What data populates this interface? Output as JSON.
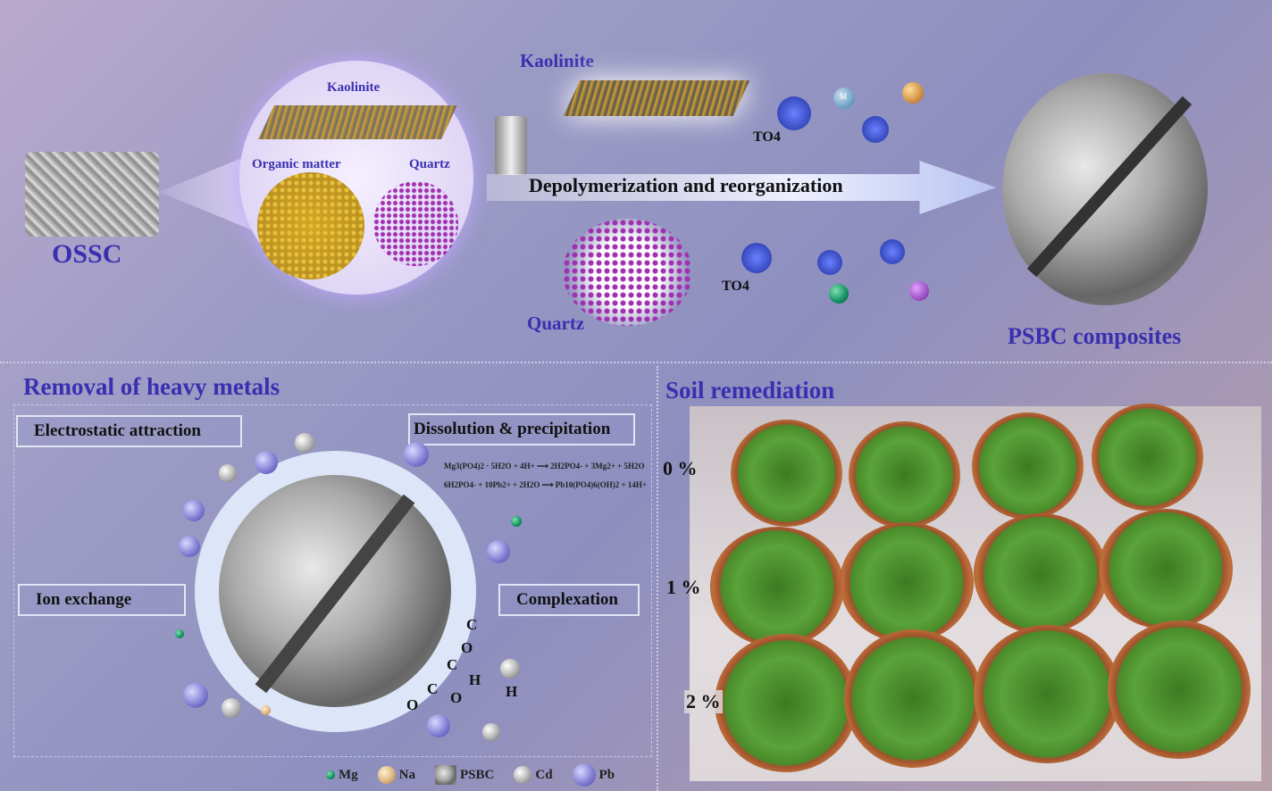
{
  "top": {
    "ossc_label": "OSSC",
    "bubble": {
      "kaolinite": "Kaolinite",
      "organic_matter": "Organic matter",
      "quartz": "Quartz"
    },
    "kaolinite_label": "Kaolinite",
    "quartz_label": "Quartz",
    "arrow_label": "Depolymerization and reorganization",
    "to4_top": "TO4",
    "to4_bottom": "TO4",
    "ion_m": "M",
    "product_label": "PSBC composites"
  },
  "removal": {
    "title": "Removal of heavy metals",
    "mechanisms": [
      "Electrostatic attraction",
      "Dissolution & precipitation",
      "Ion exchange",
      "Complexation"
    ],
    "equations": [
      "Mg3(PO4)2 · 5H2O + 4H+ ⟶ 2H2PO4- + 3Mg2+ + 5H2O",
      "6H2PO4- + 10Pb2+ + 2H2O ⟶ Pb10(PO4)6(OH)2 + 14H+"
    ],
    "complex_atoms": {
      "c": "C",
      "o": "O",
      "h": "H"
    },
    "legend": [
      "Mg",
      "Na",
      "PSBC",
      "Cd",
      "Pb"
    ]
  },
  "soil": {
    "title": "Soil remediation",
    "rows": [
      "0 %",
      "1 %",
      "2 %"
    ]
  }
}
